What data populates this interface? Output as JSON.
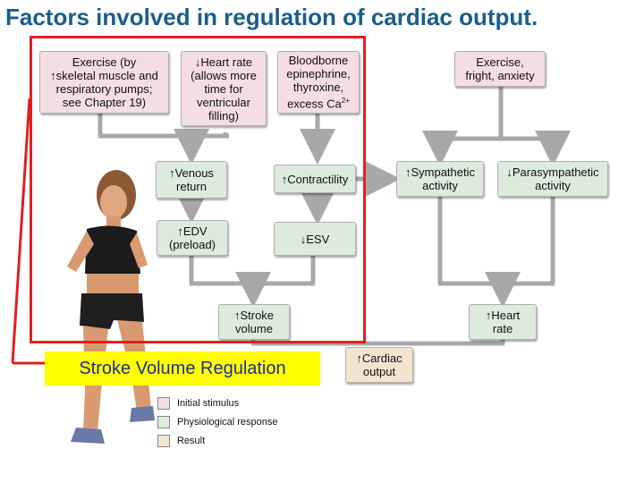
{
  "title": "Factors involved in regulation of cardiac output.",
  "banner": "Stroke Volume Regulation",
  "boxes": {
    "exercise_pumps": {
      "line1": "Exercise (by",
      "line2": "skeletal muscle and",
      "line3": "respiratory pumps;",
      "line4": "see Chapter 19)"
    },
    "heart_rate_dec": {
      "line1": "Heart rate",
      "line2": "(allows more",
      "line3": "time for",
      "line4": "ventricular",
      "line5": "filling)"
    },
    "bloodborne": {
      "line1": "Bloodborne",
      "line2": "epinephrine,",
      "line3": "thyroxine,",
      "line4": "excess Ca",
      "sup": "2+"
    },
    "exercise_fright": {
      "line1": "Exercise,",
      "line2": "fright, anxiety"
    },
    "venous_return": {
      "line1": "Venous",
      "line2": "return"
    },
    "contractility": {
      "line1": "Contractility"
    },
    "sympathetic": {
      "line1": "Sympathetic",
      "line2": "activity"
    },
    "parasympathetic": {
      "line1": "Parasympathetic",
      "line2": "activity"
    },
    "edv": {
      "line1": "EDV",
      "line2": "(preload)"
    },
    "esv": {
      "line1": "ESV"
    },
    "stroke_volume": {
      "line1": "Stroke",
      "line2": "volume"
    },
    "heart_rate": {
      "line1": "Heart",
      "line2": "rate"
    },
    "cardiac_output": {
      "line1": "Cardiac",
      "line2": "output"
    }
  },
  "legend": {
    "initial": "Initial stimulus",
    "response": "Physiological response",
    "result": "Result"
  },
  "colors": {
    "initial_stimulus": "#f5dde4",
    "physiological_response": "#dcebdc",
    "result": "#f3e4d0",
    "highlight_frame": "#e02020",
    "banner_bg": "#ffff00",
    "title": "#1a5e8a"
  }
}
